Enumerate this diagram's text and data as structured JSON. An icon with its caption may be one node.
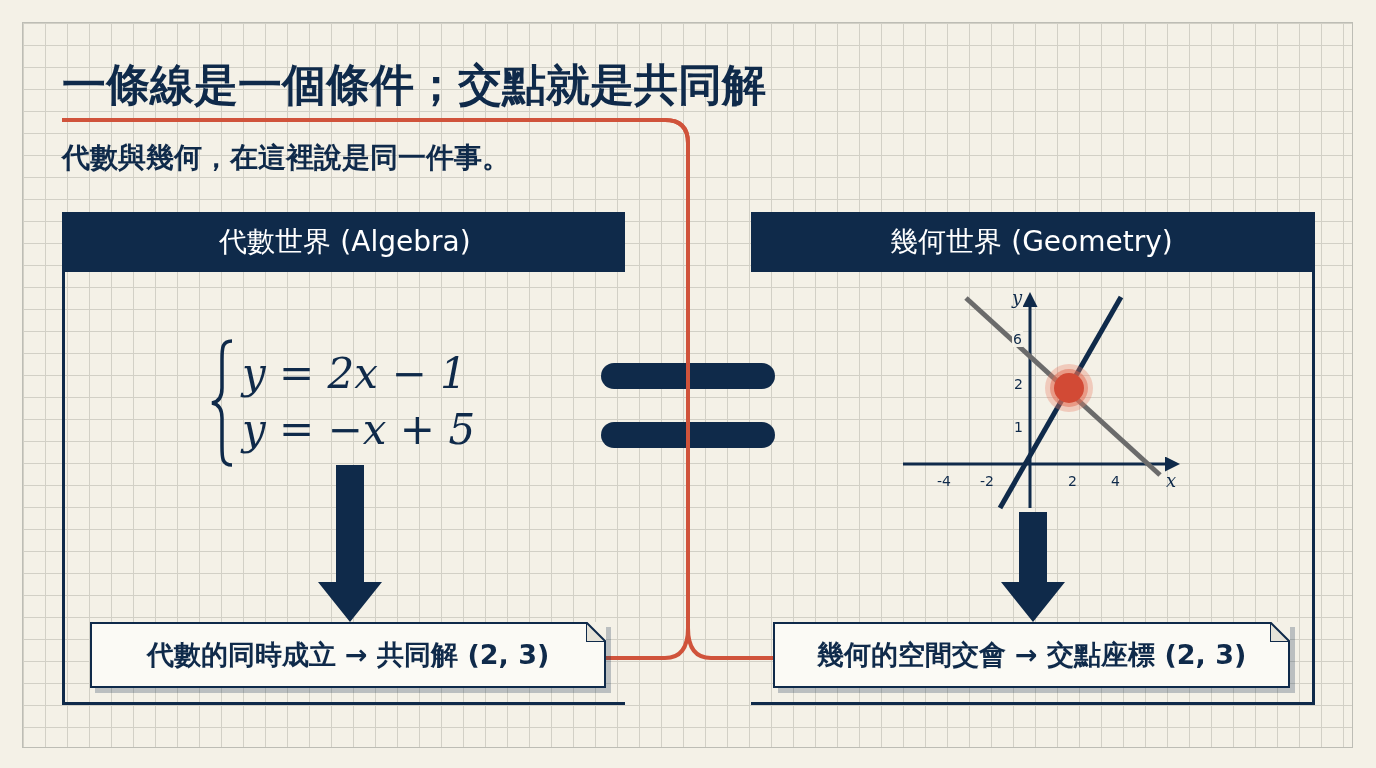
{
  "diagram": {
    "title": "一條線是一個條件；交點就是共同解",
    "nodes": [
      {
        "text": [
          "代數世界 (Algebra)"
        ]
      },
      {
        "text": [
          "y = 2x − 1",
          "y = −x + 5"
        ],
        "in": 0
      },
      {
        "text": [
          "代數的同時成立 → 共同解 (2, 3)"
        ],
        "in": 0
      },
      {
        "text": [
          "幾何世界 (Geometry)"
        ]
      },
      {
        "text": [],
        "shape": "picture",
        "in": 3
      },
      {
        "text": [
          "幾何的空間交會 → 交點座標 (2, 3)"
        ],
        "in": 3
      }
    ],
    "edges": [
      {
        "from": null,
        "to": 2,
        "arrow": "none",
        "color": "#d0533b"
      },
      {
        "from": null,
        "to": 5,
        "arrow": "none",
        "color": "#d0533b"
      },
      {
        "from": 1,
        "to": 2,
        "arrow": "to",
        "style": "thick",
        "color": "#0f2a4a"
      },
      {
        "from": 4,
        "to": 5,
        "arrow": "to",
        "style": "thick",
        "color": "#0f2a4a"
      }
    ],
    "labels": [
      "代數與幾何，在這裡說是同一件事。",
      "y",
      "6",
      "2",
      "1",
      "-4",
      "-2",
      "2",
      "4",
      "x"
    ]
  }
}
